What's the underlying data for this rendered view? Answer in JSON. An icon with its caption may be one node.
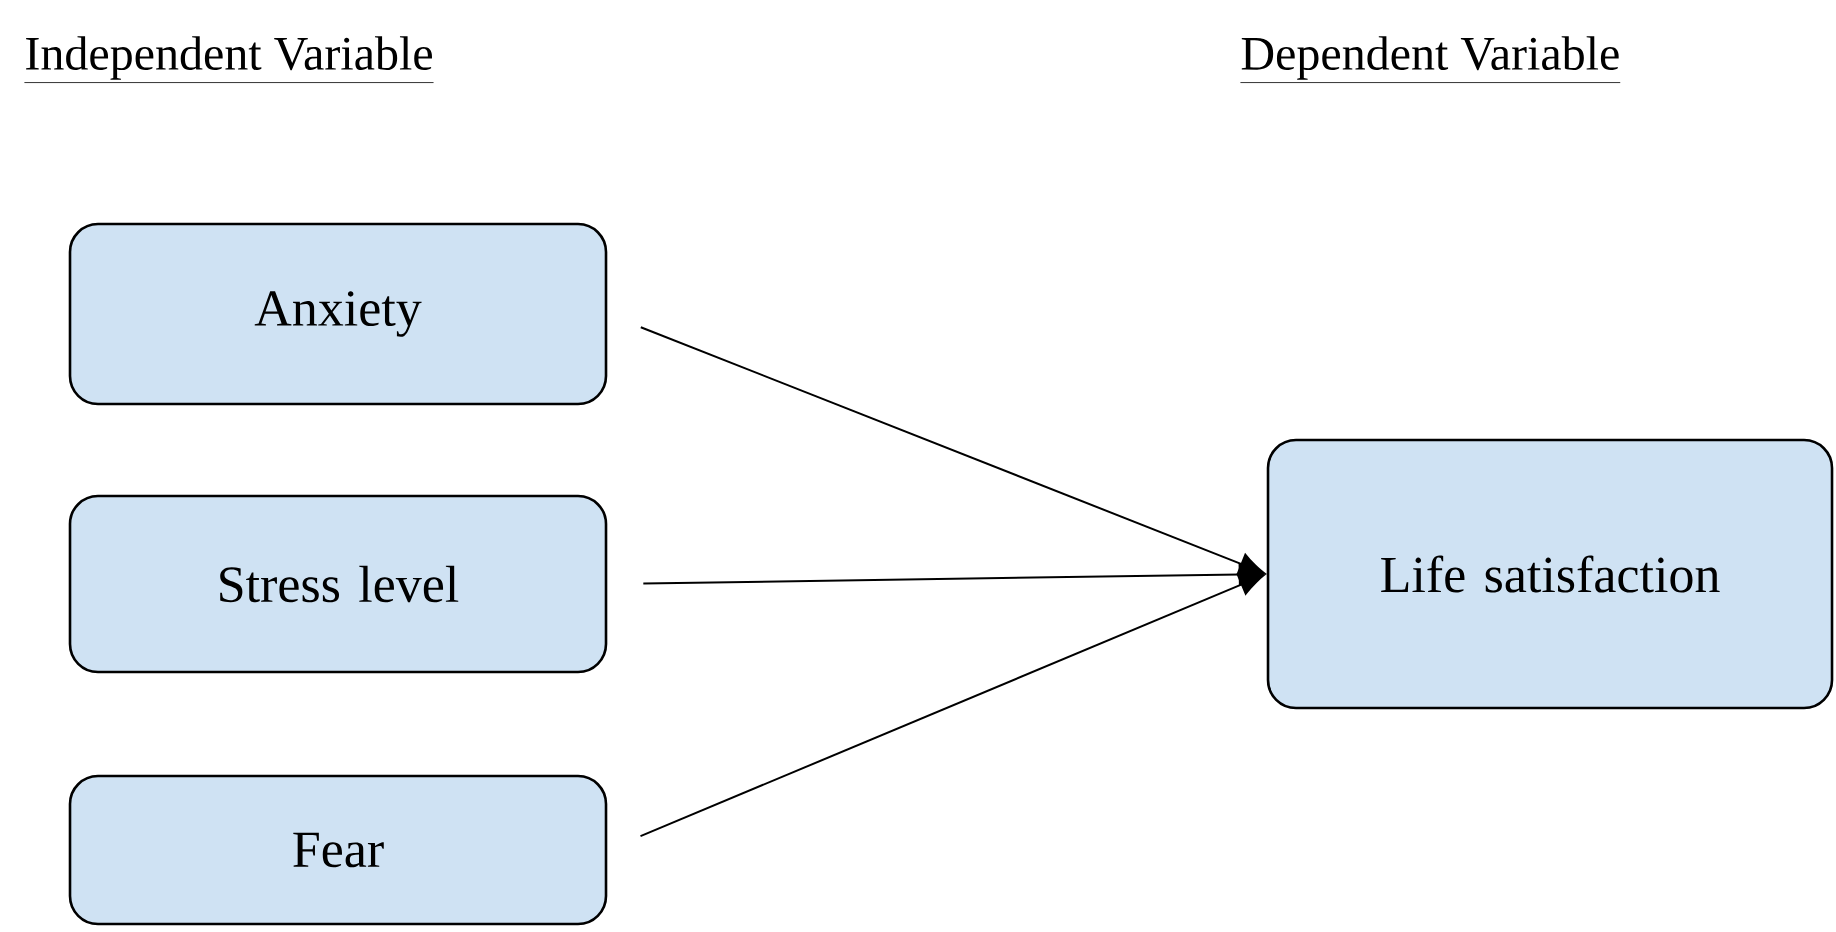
{
  "diagram": {
    "nodes": [
      {
        "text": [
          "Anxiety"
        ]
      },
      {
        "text": [
          "Stress level"
        ]
      },
      {
        "text": [
          "Fear"
        ]
      },
      {
        "text": [
          "Life satisfaction"
        ]
      }
    ],
    "edges": [
      {
        "from": 0,
        "to": 3,
        "arrow": "to"
      },
      {
        "from": 1,
        "to": 3,
        "arrow": "to"
      },
      {
        "from": 2,
        "to": 3,
        "arrow": "to"
      }
    ],
    "labels": [
      "Independent Variable",
      "Dependent Variable"
    ]
  }
}
